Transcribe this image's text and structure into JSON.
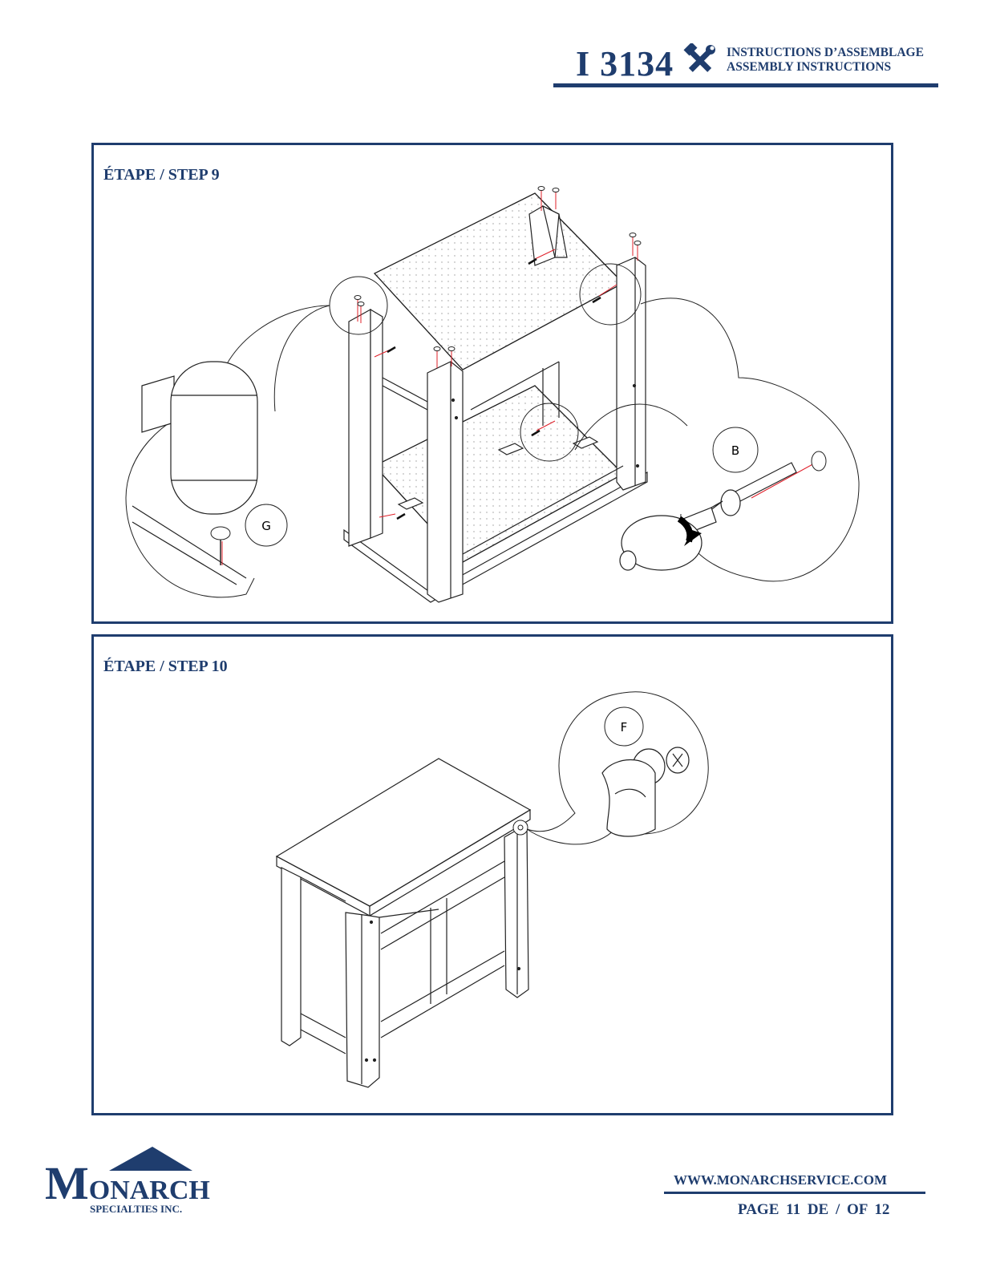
{
  "header": {
    "model": "I 3134",
    "line_fr": "INSTRUCTIONS D’ASSEMBLAGE",
    "line_en": "ASSEMBLY INSTRUCTIONS",
    "icon": "hammer-wrench-icon"
  },
  "steps": [
    {
      "title": "ÉTAPE / STEP 9",
      "parts": [
        "G",
        "B"
      ]
    },
    {
      "title": "ÉTAPE / STEP 10",
      "parts": [
        "F"
      ]
    }
  ],
  "footer": {
    "brand_initial": "M",
    "brand_rest": "ONARCH",
    "brand_sub": "SPECIALTIES INC.",
    "website": "WWW.MONARCHSERVICE.COM",
    "page": "PAGE  11  DE / OF  12"
  },
  "colors": {
    "brand_blue": "#1f3d6e",
    "guide_red": "#e0202a"
  }
}
